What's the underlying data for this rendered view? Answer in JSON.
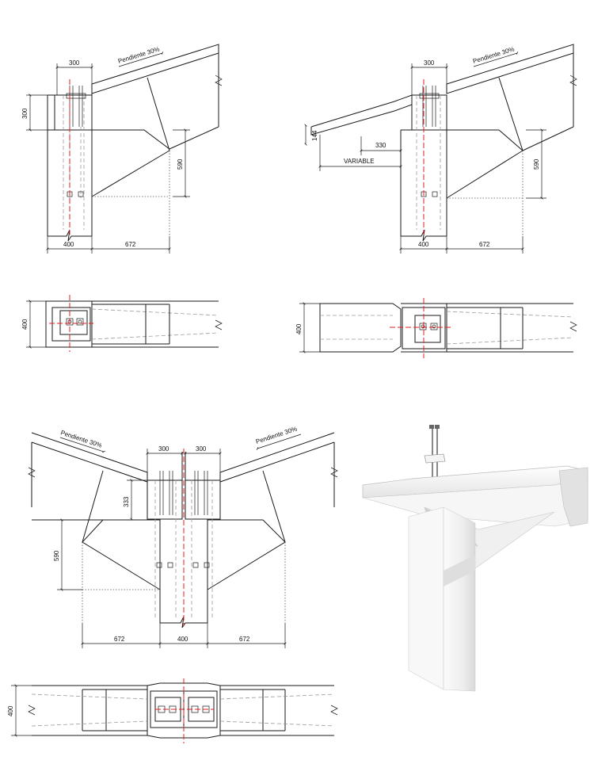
{
  "detail_a": {
    "elevation": {
      "slope": "Pendiente 30%",
      "dim_top": "300",
      "dim_left": "300",
      "dim_right": "590",
      "dim_bottom_left": "400",
      "dim_bottom_right": "672"
    },
    "plan": {
      "dim": "400"
    }
  },
  "detail_b": {
    "elevation": {
      "slope": "Pendiente 30%",
      "dim_top": "300",
      "dim_cant": "144",
      "dim_330": "330",
      "dim_variable": "VARIABLE",
      "dim_right": "590",
      "dim_bottom_left": "400",
      "dim_bottom_right": "672"
    },
    "plan": {
      "dim": "400"
    }
  },
  "detail_c": {
    "elevation": {
      "slope_left": "Pendiente 30%",
      "slope_right": "Pendiente 30%",
      "dim_top_left": "300",
      "dim_top_right": "300",
      "dim_333": "333",
      "dim_left": "590",
      "dim_bottom_left": "672",
      "dim_bottom_mid": "400",
      "dim_bottom_right": "672"
    },
    "plan": {
      "dim": "400"
    }
  },
  "colors": {
    "line": "#1a1a1a",
    "hidden": "#9a9a9a",
    "axis": "#e02020",
    "render_face": "#f2f2f2"
  }
}
